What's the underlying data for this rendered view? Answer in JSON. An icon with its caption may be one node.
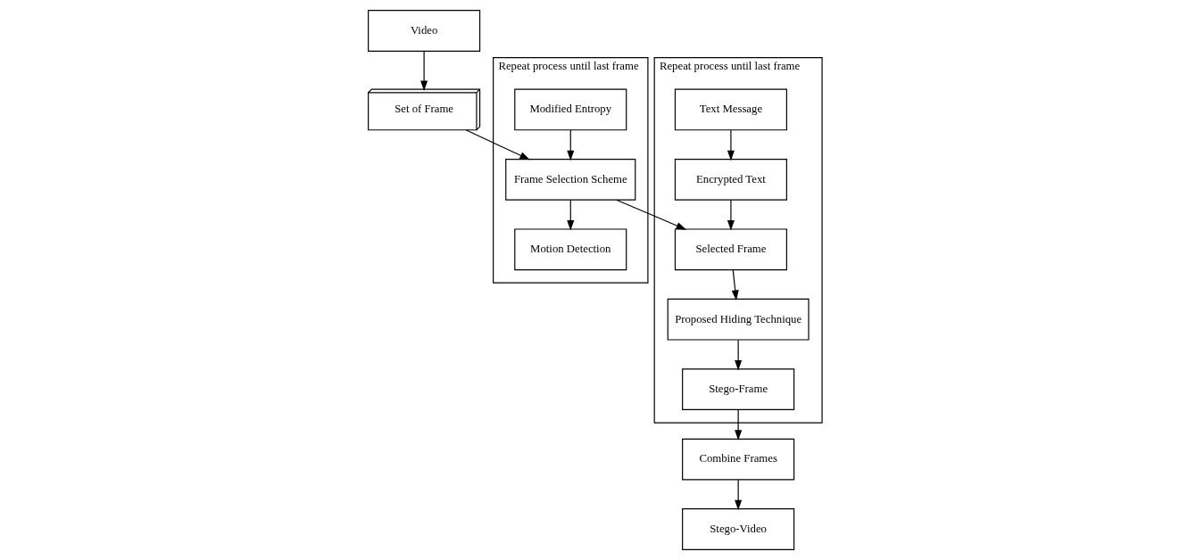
{
  "diagram": {
    "nodes": [
      {
        "text": [
          "Video"
        ]
      },
      {
        "text": [
          "Set of Frame"
        ]
      },
      {
        "text": [
          "Repeat process until last frame"
        ]
      },
      {
        "text": [
          "Proposed Hiding Technique"
        ],
        "in": 2
      },
      {
        "text": [
          "Selected Frame"
        ],
        "in": 2
      },
      {
        "text": [
          "Stego-Frame"
        ],
        "in": 2
      },
      {
        "text": [
          "Encrypted Text"
        ],
        "in": 2
      },
      {
        "text": [
          "Text Message"
        ],
        "in": 2
      },
      {
        "text": [
          "Repeat process until last frame"
        ]
      },
      {
        "text": [
          "Frame Selection Scheme"
        ],
        "in": 8
      },
      {
        "text": [
          "Motion Detection"
        ],
        "in": 8
      },
      {
        "text": [
          "Modified Entropy"
        ],
        "in": 8
      },
      {
        "text": [
          "Combine Frames"
        ]
      },
      {
        "text": [
          "Stego-Video"
        ]
      }
    ],
    "edges": [
      {
        "from": 0,
        "to": 1,
        "arrow": "to"
      },
      {
        "from": 1,
        "to": 9,
        "arrow": "to"
      },
      {
        "from": 9,
        "to": 4,
        "arrow": "to"
      },
      {
        "from": 4,
        "to": 3,
        "arrow": "to"
      },
      {
        "from": 3,
        "to": 5,
        "arrow": "to"
      },
      {
        "from": 7,
        "to": 6,
        "arrow": "to"
      },
      {
        "from": 6,
        "to": 4,
        "arrow": "to"
      },
      {
        "from": 9,
        "to": 10,
        "arrow": "to"
      },
      {
        "from": 11,
        "to": 9,
        "arrow": "to"
      },
      {
        "from": 5,
        "to": 12,
        "arrow": "to"
      },
      {
        "from": 12,
        "to": 13,
        "arrow": "to"
      }
    ]
  }
}
